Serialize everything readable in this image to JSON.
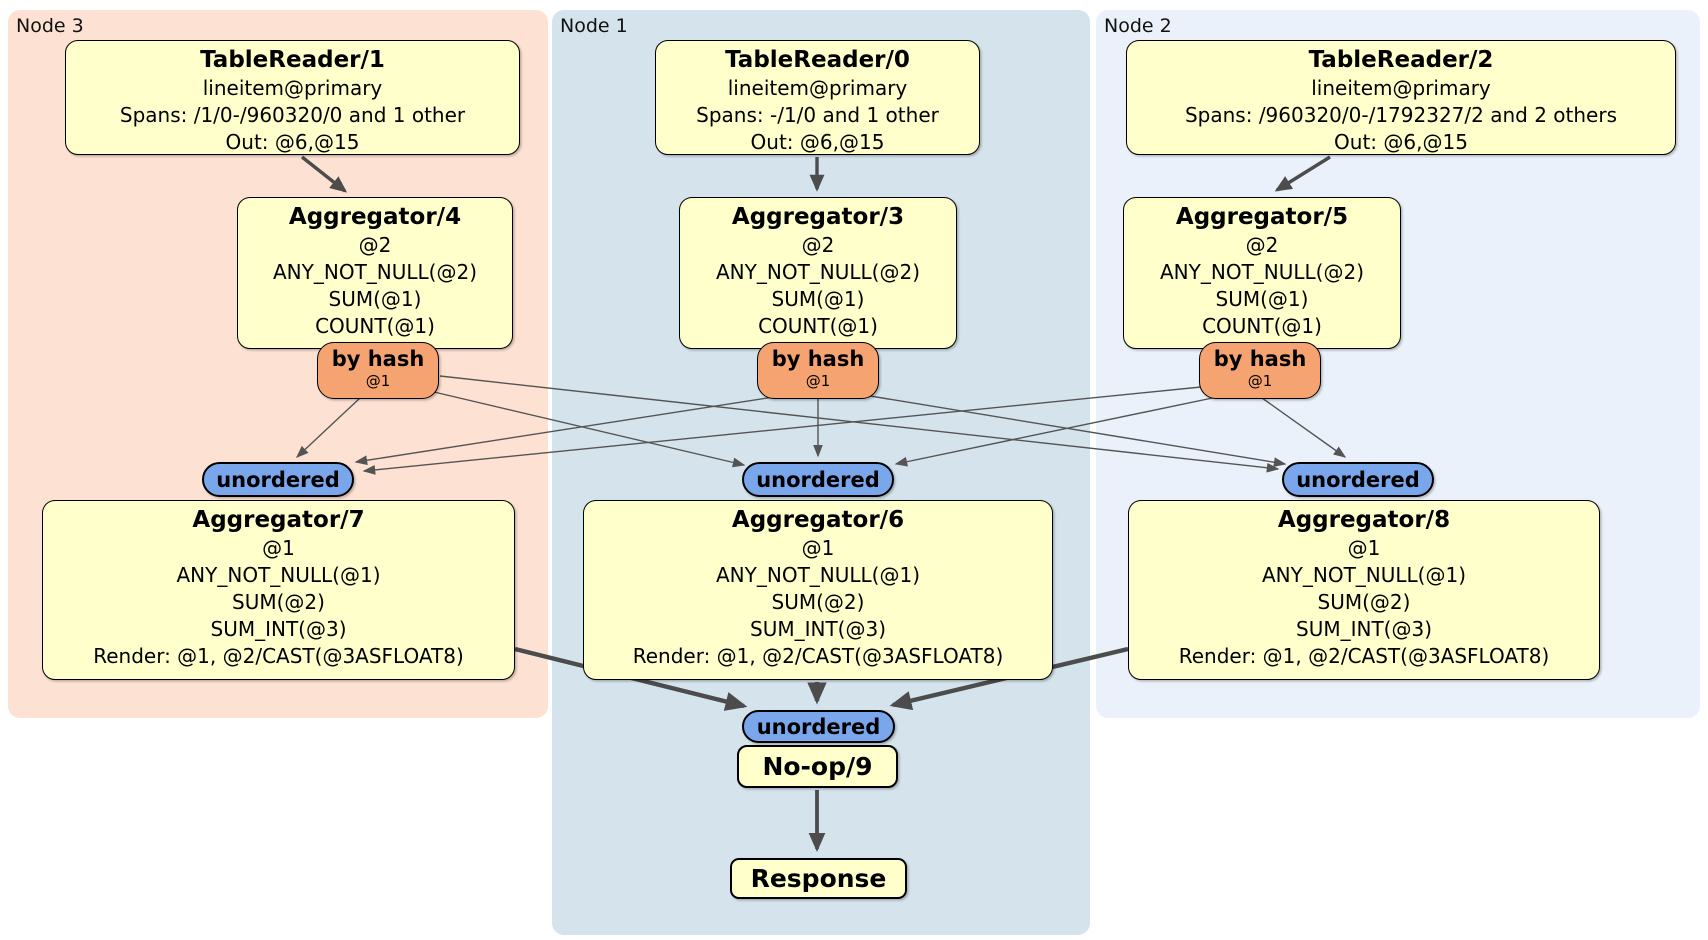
{
  "regions": [
    {
      "label": "Node 3"
    },
    {
      "label": "Node 1"
    },
    {
      "label": "Node 2"
    }
  ],
  "processors": {
    "tr1": {
      "title": "TableReader/1",
      "lines": [
        "lineitem@primary",
        "Spans: /1/0-/960320/0 and 1 other",
        "Out: @6,@15"
      ]
    },
    "tr0": {
      "title": "TableReader/0",
      "lines": [
        "lineitem@primary",
        "Spans: -/1/0 and 1 other",
        "Out: @6,@15"
      ]
    },
    "tr2": {
      "title": "TableReader/2",
      "lines": [
        "lineitem@primary",
        "Spans: /960320/0-/1792327/2 and 2 others",
        "Out: @6,@15"
      ]
    },
    "agg4": {
      "title": "Aggregator/4",
      "lines": [
        "@2",
        "ANY_NOT_NULL(@2)",
        "SUM(@1)",
        "COUNT(@1)"
      ]
    },
    "agg3": {
      "title": "Aggregator/3",
      "lines": [
        "@2",
        "ANY_NOT_NULL(@2)",
        "SUM(@1)",
        "COUNT(@1)"
      ]
    },
    "agg5": {
      "title": "Aggregator/5",
      "lines": [
        "@2",
        "ANY_NOT_NULL(@2)",
        "SUM(@1)",
        "COUNT(@1)"
      ]
    },
    "agg7": {
      "title": "Aggregator/7",
      "lines": [
        "@1",
        "ANY_NOT_NULL(@1)",
        "SUM(@2)",
        "SUM_INT(@3)",
        "Render: @1, @2/CAST(@3ASFLOAT8)"
      ]
    },
    "agg6": {
      "title": "Aggregator/6",
      "lines": [
        "@1",
        "ANY_NOT_NULL(@1)",
        "SUM(@2)",
        "SUM_INT(@3)",
        "Render: @1, @2/CAST(@3ASFLOAT8)"
      ]
    },
    "agg8": {
      "title": "Aggregator/8",
      "lines": [
        "@1",
        "ANY_NOT_NULL(@1)",
        "SUM(@2)",
        "SUM_INT(@3)",
        "Render: @1, @2/CAST(@3ASFLOAT8)"
      ]
    },
    "noop": {
      "title": "No-op/9"
    },
    "response": {
      "title": "Response"
    }
  },
  "routers": [
    {
      "label": "by hash",
      "detail": "@1"
    },
    {
      "label": "by hash",
      "detail": "@1"
    },
    {
      "label": "by hash",
      "detail": "@1"
    }
  ],
  "syncs": [
    {
      "label": "unordered"
    },
    {
      "label": "unordered"
    },
    {
      "label": "unordered"
    },
    {
      "label": "unordered"
    }
  ],
  "colors": {
    "node3_bg": "#fde1d3",
    "node1_bg": "#d4e3ec",
    "node2_bg": "#eaf1fa",
    "processor_fill": "#ffffcc",
    "router_fill": "#f5a471",
    "sync_fill": "#7aa6ec",
    "edge_thin": "#545454",
    "edge_thick": "#4c4c4c"
  }
}
